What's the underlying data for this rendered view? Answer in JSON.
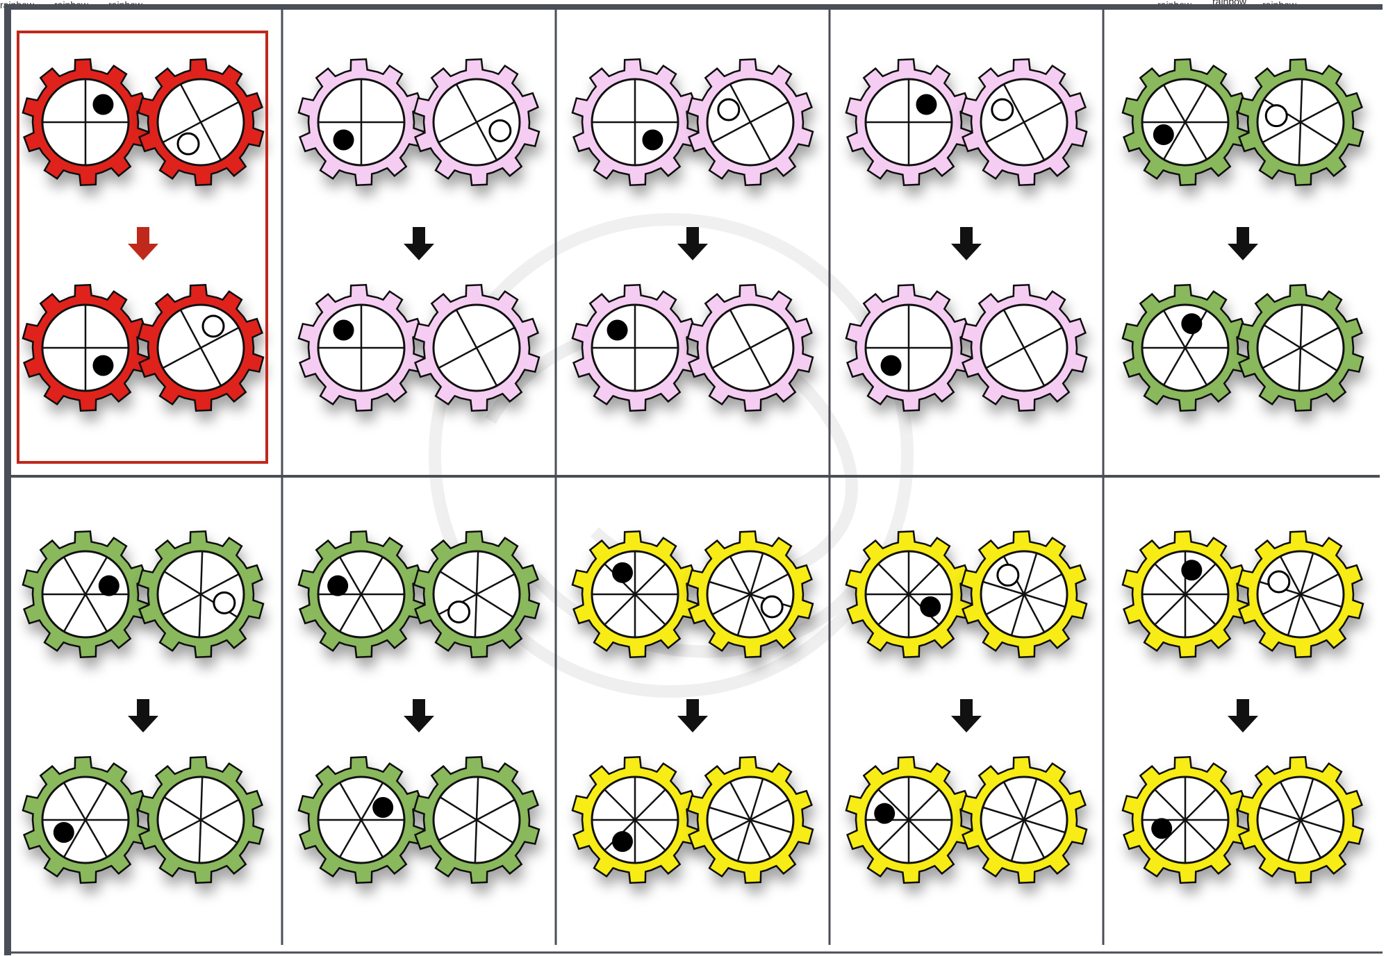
{
  "header": {
    "labels": [
      "rainbow",
      "rainbow",
      "rainbow",
      "rainbow",
      "rainbow",
      "rainbow"
    ]
  },
  "colors": {
    "red": "#e0241c",
    "pink": "#f6cdf2",
    "green": "#8ab85c",
    "yellow": "#f7ec13",
    "frame": "#4a4e56",
    "example_border": "#c0281c",
    "example_arrow": "#c0281c",
    "arrow": "#111111"
  },
  "puzzle": {
    "columns": 5,
    "rows": 2,
    "example_index": 0,
    "cards": [
      {
        "color": "red",
        "spokes": [
          2,
          2
        ],
        "before": {
          "left": {
            "angle": -45,
            "fill": "black"
          },
          "right": {
            "angle": 120,
            "fill": "white"
          }
        },
        "after": {
          "left": {
            "angle": 45,
            "fill": "black"
          },
          "right": {
            "angle": -60,
            "fill": "white"
          }
        }
      },
      {
        "color": "pink",
        "spokes": [
          2,
          2
        ],
        "before": {
          "left": {
            "angle": 135,
            "fill": "black"
          },
          "right": {
            "angle": 20,
            "fill": "white"
          }
        },
        "after": {
          "left": {
            "angle": -135,
            "fill": "black"
          },
          "right": null
        }
      },
      {
        "color": "pink",
        "spokes": [
          2,
          2
        ],
        "before": {
          "left": {
            "angle": 45,
            "fill": "black"
          },
          "right": {
            "angle": -150,
            "fill": "white"
          }
        },
        "after": {
          "left": {
            "angle": -135,
            "fill": "black"
          },
          "right": null
        }
      },
      {
        "color": "pink",
        "spokes": [
          2,
          2
        ],
        "before": {
          "left": {
            "angle": -45,
            "fill": "black"
          },
          "right": {
            "angle": -150,
            "fill": "white"
          }
        },
        "after": {
          "left": {
            "angle": 135,
            "fill": "black"
          },
          "right": null
        }
      },
      {
        "color": "green",
        "spokes": [
          3,
          3
        ],
        "before": {
          "left": {
            "angle": 150,
            "fill": "black"
          },
          "right": {
            "angle": -165,
            "fill": "white"
          }
        },
        "after": {
          "left": {
            "angle": -75,
            "fill": "black"
          },
          "right": null
        }
      },
      {
        "color": "green",
        "spokes": [
          3,
          3
        ],
        "before": {
          "left": {
            "angle": -20,
            "fill": "black"
          },
          "right": {
            "angle": 20,
            "fill": "white"
          }
        },
        "after": {
          "left": {
            "angle": 150,
            "fill": "black"
          },
          "right": null
        }
      },
      {
        "color": "green",
        "spokes": [
          3,
          3
        ],
        "before": {
          "left": {
            "angle": -160,
            "fill": "black"
          },
          "right": {
            "angle": 135,
            "fill": "white"
          }
        },
        "after": {
          "left": {
            "angle": -30,
            "fill": "black"
          },
          "right": null
        }
      },
      {
        "color": "yellow",
        "spokes": [
          4,
          4
        ],
        "before": {
          "left": {
            "angle": -120,
            "fill": "black"
          },
          "right": {
            "angle": 30,
            "fill": "white"
          }
        },
        "after": {
          "left": {
            "angle": 120,
            "fill": "black"
          },
          "right": null
        }
      },
      {
        "color": "yellow",
        "spokes": [
          4,
          4
        ],
        "before": {
          "left": {
            "angle": 30,
            "fill": "black"
          },
          "right": {
            "angle": -130,
            "fill": "white"
          }
        },
        "after": {
          "left": {
            "angle": -165,
            "fill": "black"
          },
          "right": null
        }
      },
      {
        "color": "yellow",
        "spokes": [
          4,
          4
        ],
        "before": {
          "left": {
            "angle": -75,
            "fill": "black"
          },
          "right": {
            "angle": -150,
            "fill": "white"
          }
        },
        "after": {
          "left": {
            "angle": 160,
            "fill": "black"
          },
          "right": null
        }
      }
    ]
  }
}
